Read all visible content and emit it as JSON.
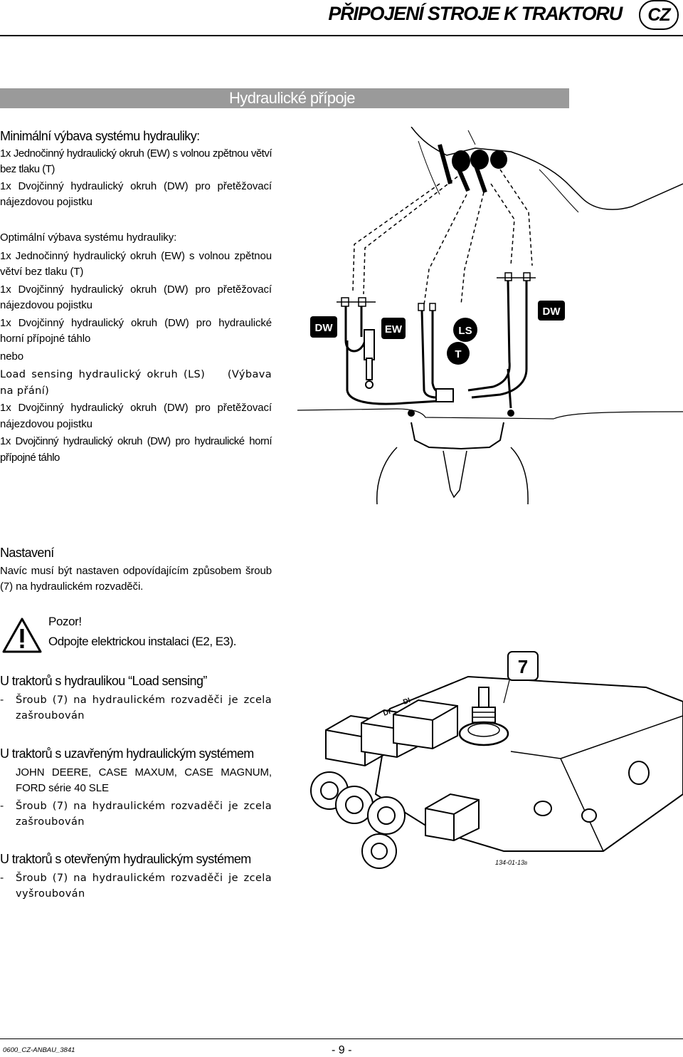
{
  "header": {
    "title": "PŘIPOJENÍ STROJE K TRAKTORU",
    "badge": "CZ"
  },
  "banner": {
    "title": "Hydraulické přípoje"
  },
  "section_min": {
    "heading": "Minimální výbava systému hydrauliky:",
    "line1": "1x Jednočinný hydraulický okruh (EW) s volnou zpětnou větví bez tlaku (T)",
    "line2": "1x Dvojčinný hydraulický okruh (DW) pro přetěžovací nájezdovou pojistku"
  },
  "section_opt": {
    "heading": "Optimální výbava systému hydrauliky:",
    "line1": "1x Jednočinný hydraulický okruh (EW) s volnou zpětnou větví bez tlaku (T)",
    "line2": "1x Dvojčinný hydraulický okruh (DW) pro přetěžovací nájezdovou pojistku",
    "line3": "1x Dvojčinný hydraulický okruh (DW) pro hydraulické horní přípojné táhlo",
    "or": "nebo",
    "line4": "Load sensing hydraulický okruh (LS)    (Výbava na přání)",
    "line5": "1x Dvojčinný hydraulický okruh (DW) pro přetěžovací nájezdovou pojistku",
    "line6": "1x Dvojčinný hydraulický okruh (DW) pro hydraulické horní přípojné táhlo"
  },
  "diagram1": {
    "labels": {
      "dw_left": "DW",
      "ew": "EW",
      "ls": "LS",
      "t": "T",
      "dw_right": "DW"
    }
  },
  "section_set": {
    "heading": "Nastavení",
    "text": "Navíc musí být nastaven odpovídajícím způsobem šroub (7) na hydraulickém rozvaděči."
  },
  "warning": {
    "title": "Pozor!",
    "text": "Odpojte elektrickou instalaci (E2, E3)."
  },
  "section_ls": {
    "heading": "U traktorů s hydraulikou “Load sensing”",
    "dash": "-",
    "text": "Šroub (7) na hydraulickém rozvaděči je zcela zašroubován"
  },
  "section_closed": {
    "heading": "U traktorů s uzavřeným hydraulickým systémem",
    "models": "JOHN DEERE, CASE MAXUM, CASE MAGNUM, FORD série 40 SLE",
    "dash": "-",
    "text": "Šroub (7) na hydraulickém rozvaděči je zcela zašroubován"
  },
  "section_open": {
    "heading": "U traktorů s otevřeným hydraulickým systémem",
    "dash": "-",
    "text": "Šroub (7) na hydraulickém rozvaděči je zcela vyšroubován"
  },
  "diagram2": {
    "callout": "7",
    "code": "134-01-13",
    "code_suffix": "B",
    "valve_mark_1": "DI",
    "valve_mark_2": "DI"
  },
  "footer": {
    "doc_code": "0600_CZ-ANBAU_3841",
    "page": "- 9 -"
  }
}
